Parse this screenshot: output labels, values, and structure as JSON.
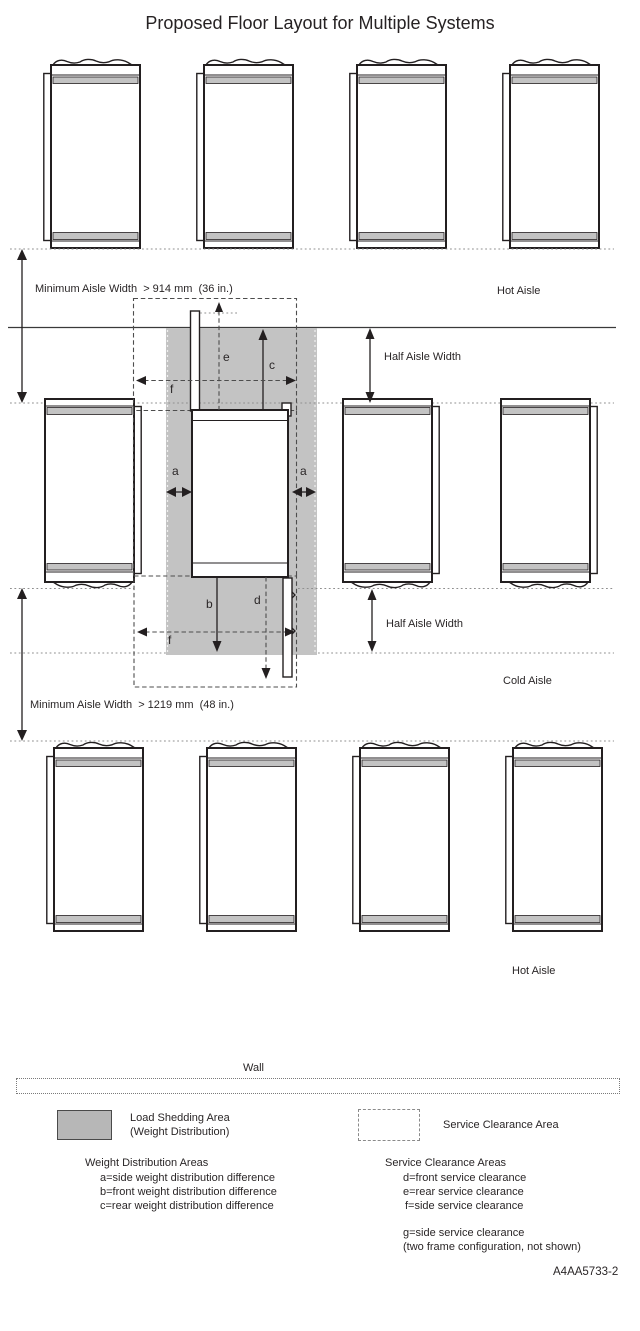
{
  "title": "Proposed Floor Layout for Multiple Systems",
  "aisles": {
    "min_aisle_top": "Minimum Aisle Width  > 914 mm  (36 in.)",
    "hot_aisle_top": "Hot Aisle",
    "half_aisle_upper": "Half Aisle Width",
    "half_aisle_lower": "Half Aisle Width",
    "cold_aisle": "Cold Aisle",
    "min_aisle_bottom": "Minimum Aisle Width  > 1219 mm  (48 in.)",
    "hot_aisle_bottom": "Hot Aisle"
  },
  "dims": {
    "a": "a",
    "b": "b",
    "c": "c",
    "d": "d",
    "e": "e",
    "f": "f"
  },
  "legend": {
    "wall": "Wall",
    "load_line1": "Load Shedding Area",
    "load_line2": "(Weight Distribution)",
    "service": "Service Clearance Area",
    "wd_heading": "Weight Distribution Areas",
    "wd_items": [
      "a=side weight distribution difference",
      "b=front weight distribution difference",
      "c=rear weight distribution difference"
    ],
    "sc_heading": "Service Clearance Areas",
    "sc_items": [
      "d=front service clearance",
      "e=rear service clearance",
      "f=side service clearance"
    ],
    "sc_extra": [
      "g=side service clearance",
      "(two frame configuration, not shown)"
    ],
    "figure_id": "A4AA5733-2"
  },
  "colors": {
    "line": "#231f20",
    "load_area_gray": "#c3c3c3",
    "dotted_gray": "#8f8f8f"
  }
}
